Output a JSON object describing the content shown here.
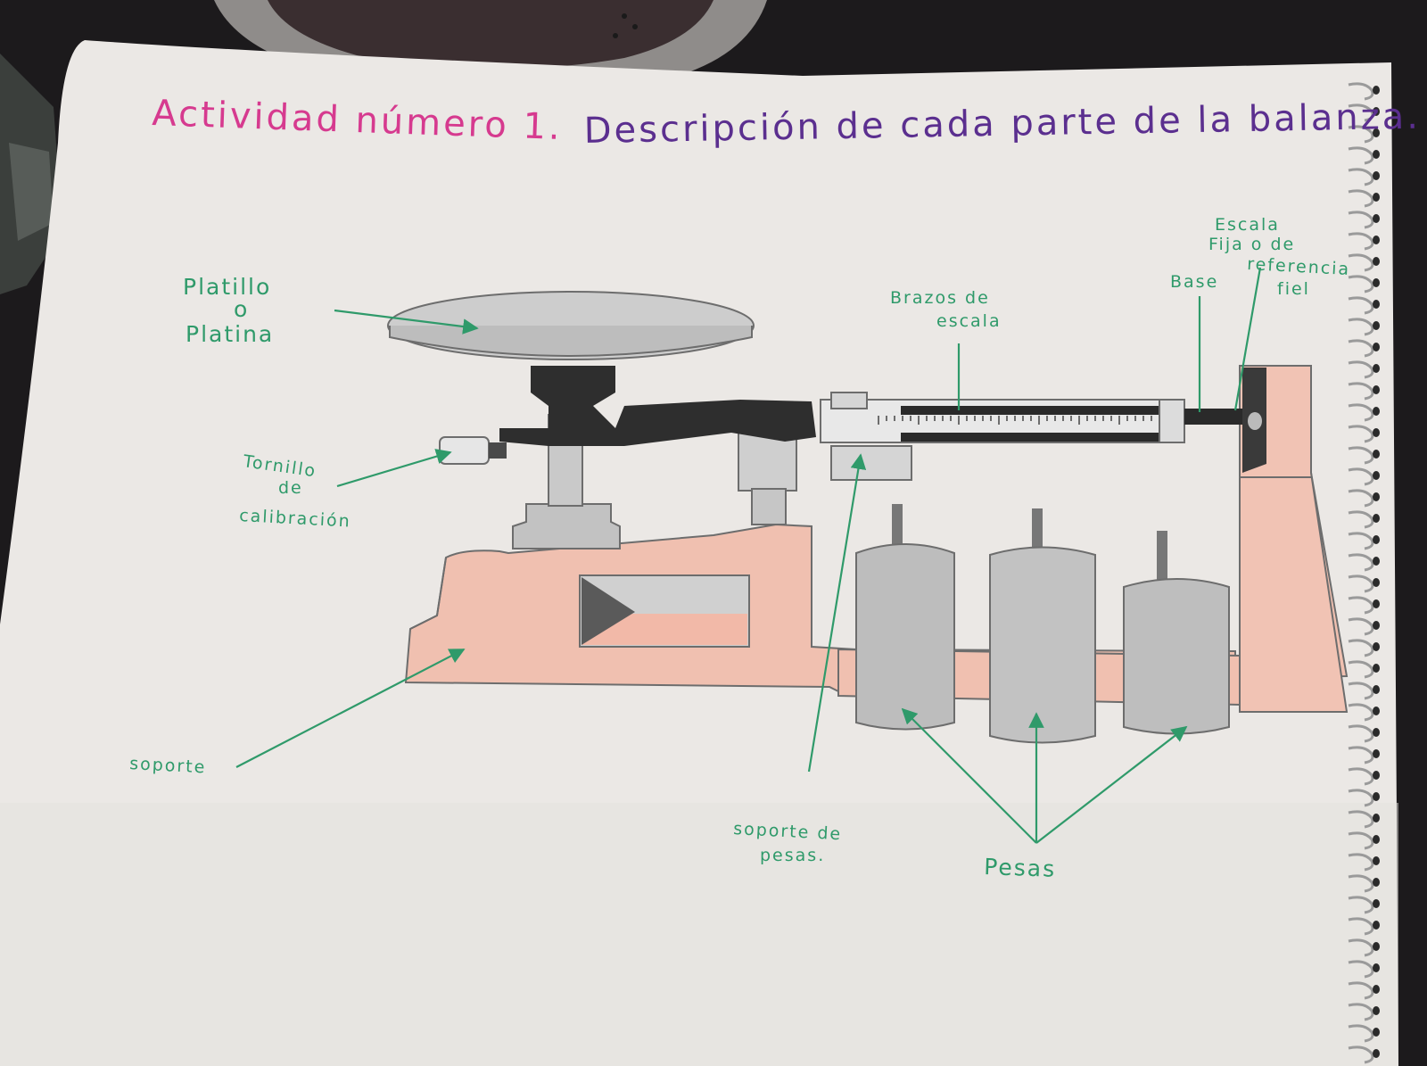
{
  "title": {
    "part1": "Actividad número 1.",
    "part2": "Descripción de cada parte de la balanza.",
    "color1": "#d63a8f",
    "color2": "#5b2f8f"
  },
  "labels": {
    "platillo": [
      "Platillo",
      "o",
      "Platina"
    ],
    "tornillo": [
      "Tornillo",
      "de",
      "calibración"
    ],
    "soporte": "soporte",
    "brazos": [
      "Brazos de",
      "escala"
    ],
    "base": "Base",
    "escala_fija": [
      "Escala",
      "Fija o de",
      "referencia",
      "fiel"
    ],
    "soporte_pesas": [
      "soporte de",
      "pesas."
    ],
    "pesas": "Pesas"
  },
  "colors": {
    "paper": "#ece9e6",
    "label_green": "#2f9a6a",
    "body_salmon": "#f0c0b0",
    "metal_gray": "#c9c9c9",
    "dark_beam": "#2e2e2e"
  }
}
